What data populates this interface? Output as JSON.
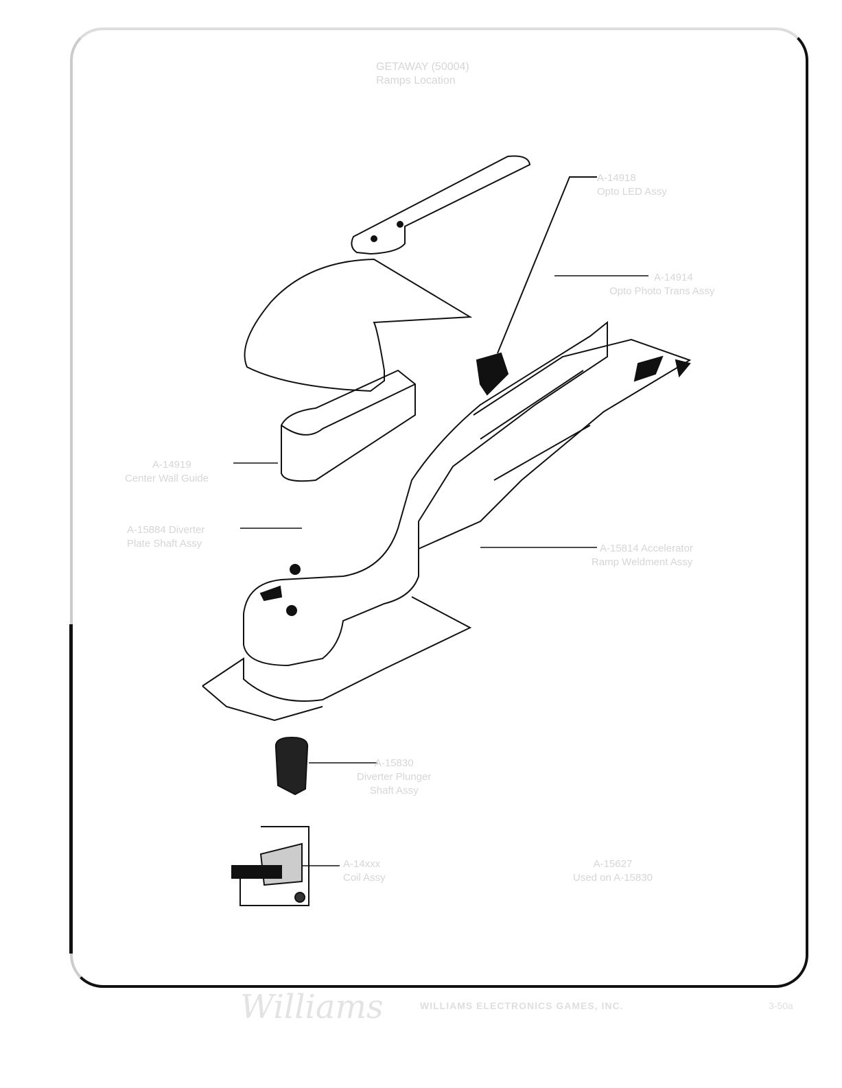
{
  "header": {
    "title_line1": "GETAWAY (50004)",
    "title_line2": "Ramps Location"
  },
  "callouts": [
    {
      "part": "A-14918",
      "desc": "Opto LED Assy"
    },
    {
      "part": "A-14914",
      "desc": "Opto Photo Trans Assy"
    },
    {
      "part": "A-14919",
      "desc": "Center Wall Guide"
    },
    {
      "part": "A-15884 Diverter",
      "desc": "Plate Shaft Assy"
    },
    {
      "part": "A-15814 Accelerator",
      "desc": "Ramp Weldment Assy"
    },
    {
      "part": "A-15830",
      "desc": "Diverter Plunger",
      "desc2": "Shaft Assy"
    },
    {
      "part": "A-14xxx",
      "desc": "Coil Assy"
    },
    {
      "part": "A-15627",
      "desc": "Used on A-15830"
    }
  ],
  "footer": {
    "logo": "Williams",
    "company": "WILLIAMS ELECTRONICS GAMES, INC.",
    "page": "3-50a"
  }
}
